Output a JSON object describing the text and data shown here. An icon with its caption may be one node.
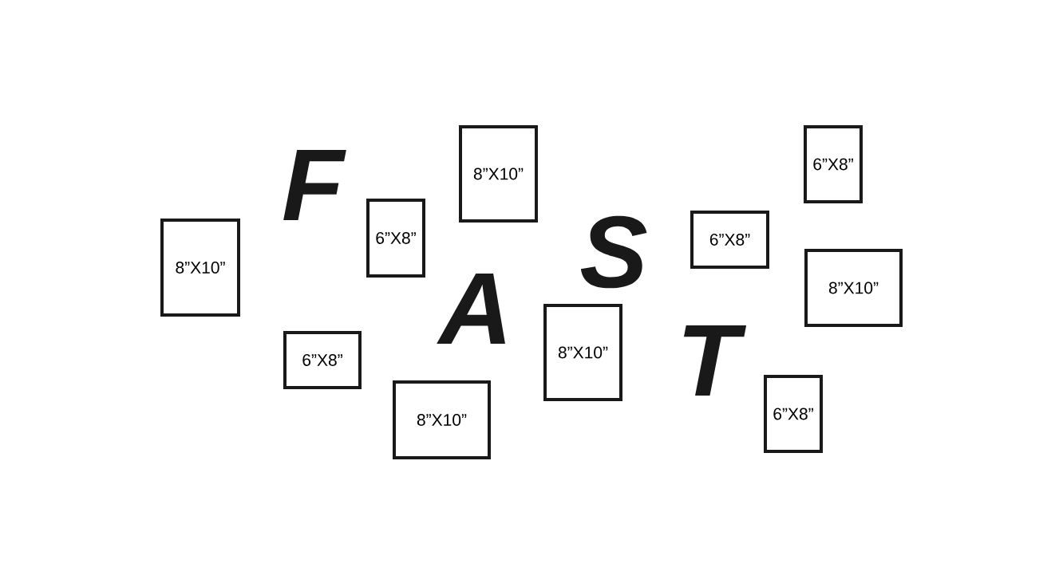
{
  "diagram": {
    "nodes": [
      {
        "text": [
          "8”X10”"
        ]
      },
      {
        "text": [
          "6”X8”"
        ]
      },
      {
        "text": [
          "6”X8”"
        ]
      },
      {
        "text": [
          "8”X10”"
        ]
      },
      {
        "text": [
          "8”X10”"
        ]
      },
      {
        "text": [
          "8”X10”"
        ]
      },
      {
        "text": [
          "6”X8”"
        ]
      },
      {
        "text": [
          "6”X8”"
        ]
      },
      {
        "text": [
          "6”X8”"
        ]
      },
      {
        "text": [
          "8”X10”"
        ]
      }
    ],
    "labels": [
      "F",
      "A",
      "S",
      "T"
    ]
  }
}
